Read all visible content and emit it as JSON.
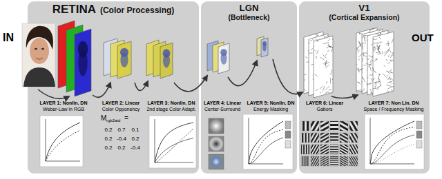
{
  "diagram": {
    "nodes": [
      {
        "text": [
          "RETINA",
          "(Color Processing)"
        ]
      },
      {
        "text": [
          "LGN",
          "(Bottleneck)"
        ]
      },
      {
        "text": [
          "V1",
          "(Cortical Expansion)"
        ]
      }
    ],
    "labels": [
      "IN",
      "LAYER 1: Nonlin. DN",
      "Weber-Law in RGB",
      "LAYER 2: Linear",
      "Color Opponency",
      "M",
      "rgb2atd",
      "=",
      "0.2",
      "0.7",
      "0.1",
      "0.2",
      "-0.4",
      "0.2",
      "0.2",
      "0.2",
      "-0.4",
      "LAYER 3: Nonlin. DN",
      "2nd stage Color Adapt.",
      "LAYER 4: Linear",
      "Center-Surround",
      "LAYER 5: Nonlin. DN",
      "Energy Masking",
      "LAYER 6: Linear",
      "Gabors",
      "LAYER 7: Non Lin. DN",
      "Space / Frequency Masking",
      "OUT"
    ]
  }
}
